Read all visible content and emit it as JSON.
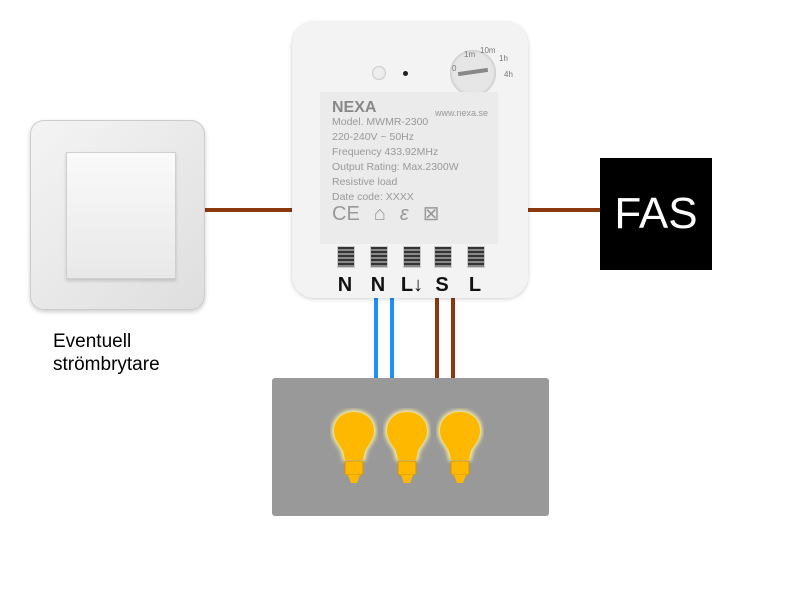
{
  "caption": {
    "line1": "Eventuell",
    "line2": "strömbrytare"
  },
  "module": {
    "brand": "NEXA",
    "url": "www.nexa.se",
    "lines": [
      "Model. MWMR-2300",
      "220-240V ~ 50Hz",
      "Frequency 433.92MHz",
      "Output Rating: Max.2300W",
      "Resistive load",
      "Date code: XXXX"
    ],
    "ce": "CE",
    "dial": [
      "0",
      "1m",
      "10m",
      "1h",
      "4h"
    ],
    "terminals": [
      "N",
      "N",
      "L↓",
      "S",
      "L"
    ]
  },
  "fas": "FAS",
  "colors": {
    "brown": "#8B3A0F",
    "blue": "#1E90FF",
    "bulb": "#FFB800",
    "load": "#999999"
  }
}
